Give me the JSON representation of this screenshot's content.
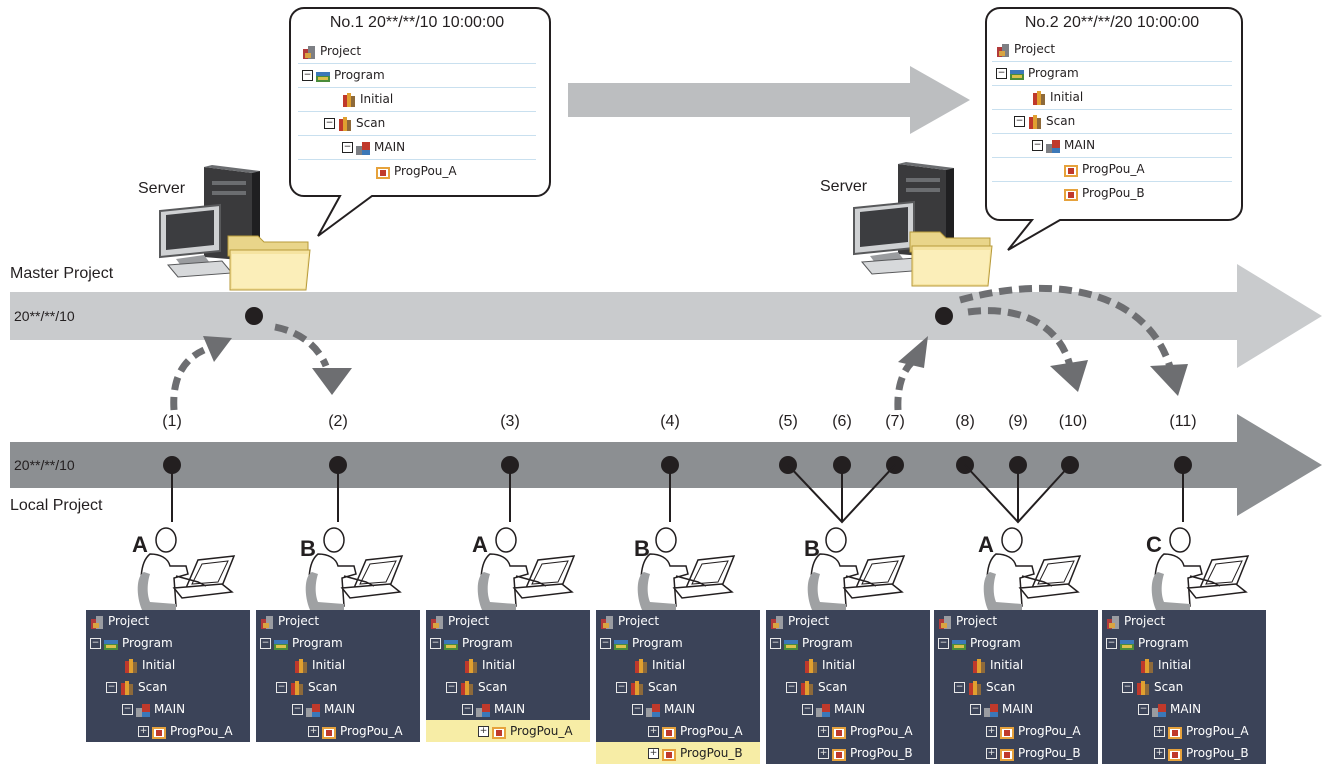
{
  "master": {
    "label": "Master Project",
    "date": "20**/**/10",
    "servers": [
      {
        "label": "Server"
      },
      {
        "label": "Server"
      }
    ]
  },
  "local": {
    "label": "Local Project",
    "date": "20**/**/10"
  },
  "callouts": [
    {
      "title": "No.1 20**/**/10 10:00:00",
      "rows": [
        "Project",
        "Program",
        "Initial",
        "Scan",
        "MAIN",
        "ProgPou_A"
      ]
    },
    {
      "title": "No.2 20**/**/20 10:00:00",
      "rows": [
        "Project",
        "Program",
        "Initial",
        "Scan",
        "MAIN",
        "ProgPou_A",
        "ProgPou_B"
      ]
    }
  ],
  "steps": [
    "(1)",
    "(2)",
    "(3)",
    "(4)",
    "(5)",
    "(6)",
    "(7)",
    "(8)",
    "(9)",
    "(10)",
    "(11)"
  ],
  "users": [
    "A",
    "B",
    "A",
    "B",
    "B",
    "A",
    "C"
  ],
  "local_trees": [
    {
      "rows": [
        "Project",
        "Program",
        "Initial",
        "Scan",
        "MAIN",
        "ProgPou_A"
      ],
      "highlight": []
    },
    {
      "rows": [
        "Project",
        "Program",
        "Initial",
        "Scan",
        "MAIN",
        "ProgPou_A"
      ],
      "highlight": []
    },
    {
      "rows": [
        "Project",
        "Program",
        "Initial",
        "Scan",
        "MAIN",
        "ProgPou_A"
      ],
      "highlight": [
        "ProgPou_A"
      ]
    },
    {
      "rows": [
        "Project",
        "Program",
        "Initial",
        "Scan",
        "MAIN",
        "ProgPou_A",
        "ProgPou_B"
      ],
      "highlight": [
        "ProgPou_B"
      ]
    },
    {
      "rows": [
        "Project",
        "Program",
        "Initial",
        "Scan",
        "MAIN",
        "ProgPou_A",
        "ProgPou_B"
      ],
      "highlight": []
    },
    {
      "rows": [
        "Project",
        "Program",
        "Initial",
        "Scan",
        "MAIN",
        "ProgPou_A",
        "ProgPou_B"
      ],
      "highlight": []
    },
    {
      "rows": [
        "Project",
        "Program",
        "Initial",
        "Scan",
        "MAIN",
        "ProgPou_A",
        "ProgPou_B"
      ],
      "highlight": []
    }
  ],
  "colors": {
    "master_arrow": "#c9cbcd",
    "local_arrow": "#8c8f92",
    "transfer_arrow": "#bcbec0",
    "dashed_arrow": "#6d6e71",
    "tree_bg": "#3b4358",
    "highlight": "#f7eda6"
  }
}
